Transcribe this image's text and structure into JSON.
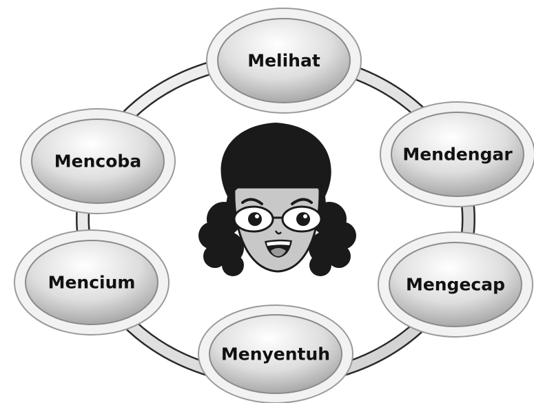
{
  "nodes": [
    {
      "id": "top",
      "label": "Melihat"
    },
    {
      "id": "right-upper",
      "label": "Mendengar"
    },
    {
      "id": "right-lower",
      "label": "Mengecap"
    },
    {
      "id": "bottom",
      "label": "Menyentuh"
    },
    {
      "id": "left-lower",
      "label": "Mencium"
    },
    {
      "id": "left-upper",
      "label": "Mencoba"
    }
  ],
  "center": {
    "figure": "girl-face-with-glasses-icon"
  },
  "colors": {
    "ring_fill": "#e4e4e4",
    "ring_stroke": "#2a2a2a",
    "node_outer": "#f2f2f2",
    "node_inner_light": "#ffffff",
    "node_inner_dark": "#b5b5b5",
    "hair": "#1a1a1a",
    "skin": "#c8c8c8"
  }
}
